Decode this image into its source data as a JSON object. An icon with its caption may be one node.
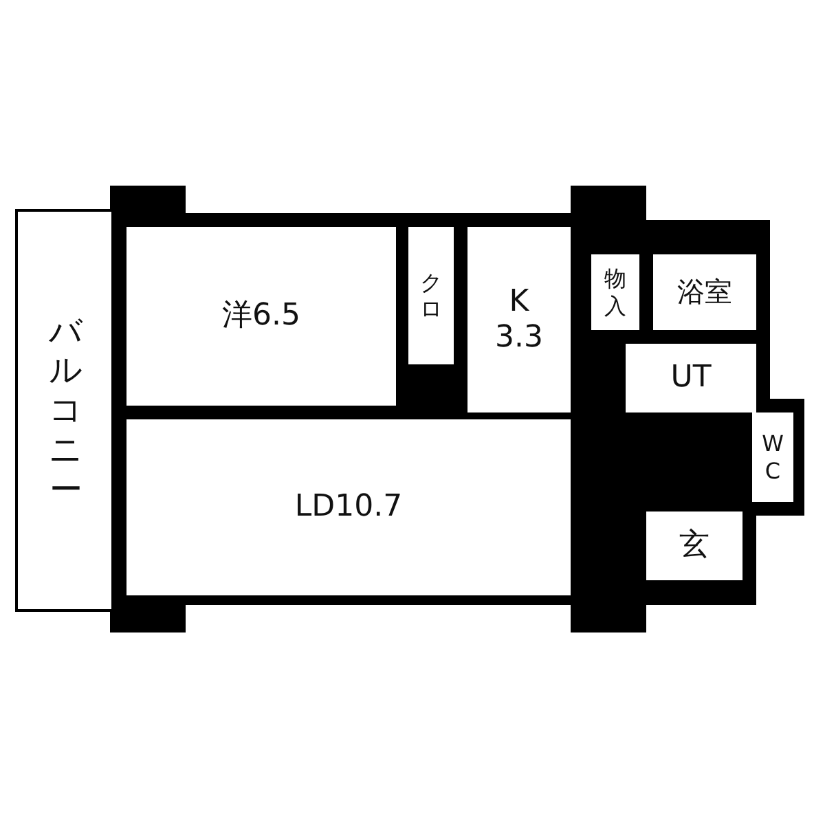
{
  "diagram": {
    "nodes": [
      {
        "text": [
          "バルコニー"
        ]
      },
      {
        "text": [
          "洋6.5"
        ]
      },
      {
        "text": [
          "クロ"
        ]
      },
      {
        "text": [
          "K 3.3"
        ]
      },
      {
        "text": [
          "物入"
        ]
      },
      {
        "text": [
          "浴室"
        ]
      },
      {
        "text": [
          "UT"
        ]
      },
      {
        "text": [
          "WC"
        ]
      },
      {
        "text": [
          "LD10.7"
        ]
      },
      {
        "text": [
          "玄"
        ]
      }
    ]
  }
}
